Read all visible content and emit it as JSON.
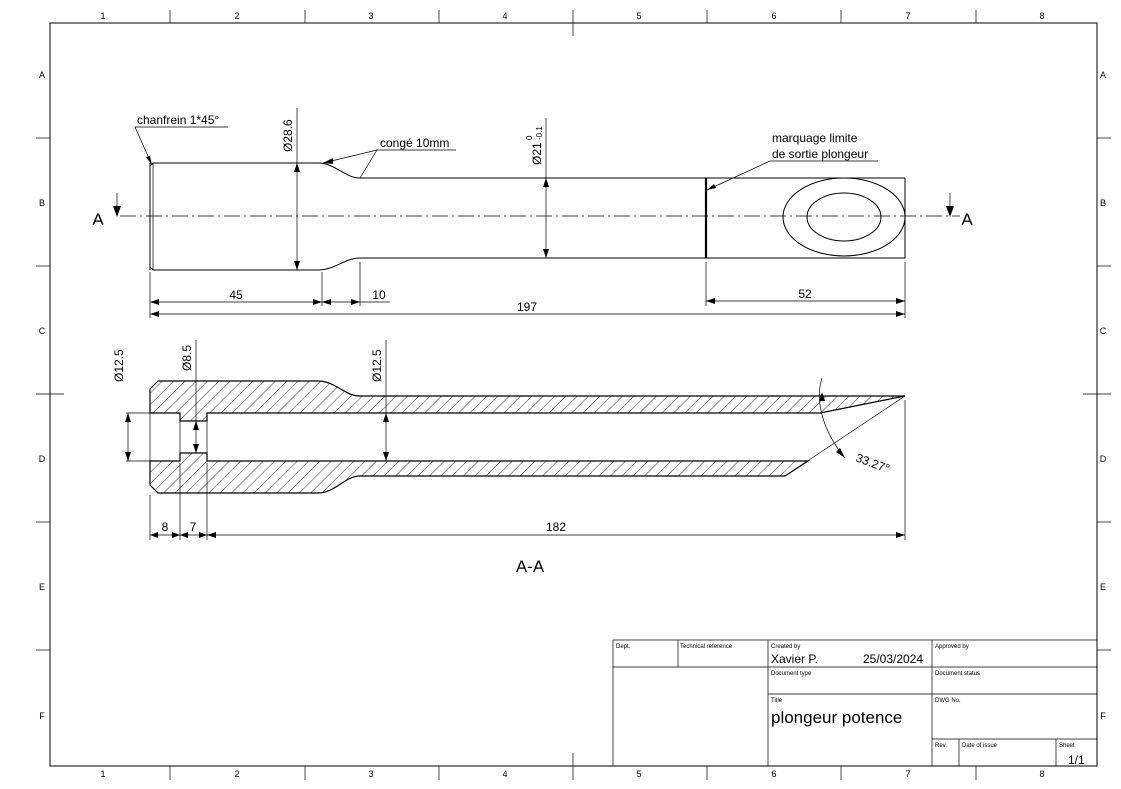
{
  "frame": {
    "columns": [
      "1",
      "2",
      "3",
      "4",
      "5",
      "6",
      "7",
      "8"
    ],
    "rows": [
      "A",
      "B",
      "C",
      "D",
      "E",
      "F"
    ]
  },
  "top_view": {
    "section_mark": "A",
    "chamfer_note": "chanfrein 1*45°",
    "fillet_note": "congé 10mm",
    "marking_note_line1": "marquage limite",
    "marking_note_line2": "de sortie plongeur",
    "dia_large": "Ø28.6",
    "dia_small": "Ø21",
    "dia_small_tol_upper": "0",
    "dia_small_tol_lower": "-0.1",
    "dim_45": "45",
    "dim_10": "10",
    "dim_197": "197",
    "dim_52": "52"
  },
  "section_view": {
    "label": "A-A",
    "dia_bore_large": "Ø12.5",
    "dia_bore_small": "Ø8.5",
    "dia_bore_main": "Ø12.5",
    "angle": "33.27°",
    "dim_8": "8",
    "dim_7": "7",
    "dim_182": "182"
  },
  "title_block": {
    "dept_label": "Dept.",
    "tech_ref_label": "Technical reference",
    "created_by_label": "Created by",
    "created_by": "Xavier P.",
    "created_date": "25/03/2024",
    "approved_by_label": "Approved by",
    "doc_type_label": "Document type",
    "doc_status_label": "Document status",
    "title_label": "Title",
    "title": "plongeur potence",
    "dwg_no_label": "DWG No.",
    "rev_label": "Rev.",
    "date_issue_label": "Date of issue",
    "sheet_label": "Sheet",
    "sheet": "1/1"
  }
}
